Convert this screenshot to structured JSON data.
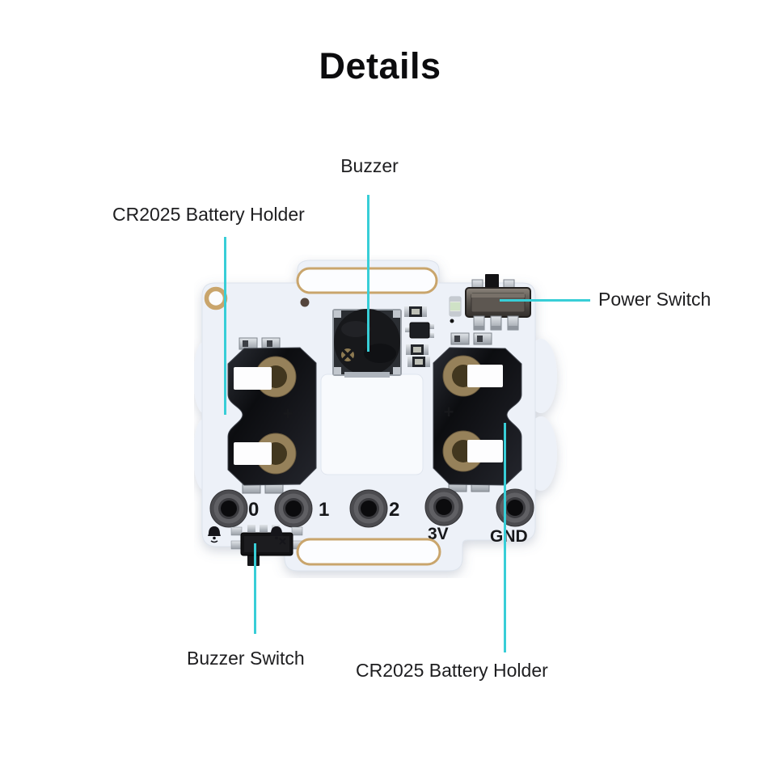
{
  "title": "Details",
  "colors": {
    "accent": "#38CED7",
    "board": "#EDF1F8",
    "text": "#1E1E20",
    "gold_pad": "#C9A56C"
  },
  "callouts": {
    "buzzer": {
      "label": "Buzzer"
    },
    "battery_holder_top": {
      "label": "CR2025 Battery Holder"
    },
    "power_switch": {
      "label": "Power Switch"
    },
    "buzzer_switch": {
      "label": "Buzzer Switch"
    },
    "battery_holder_bottom": {
      "label": "CR2025 Battery Holder"
    }
  },
  "board": {
    "pins": [
      "0",
      "1",
      "2",
      "3V",
      "GND"
    ],
    "polarity_mark": "+",
    "icons": [
      "bell-icon",
      "bell-muted-icon"
    ]
  }
}
